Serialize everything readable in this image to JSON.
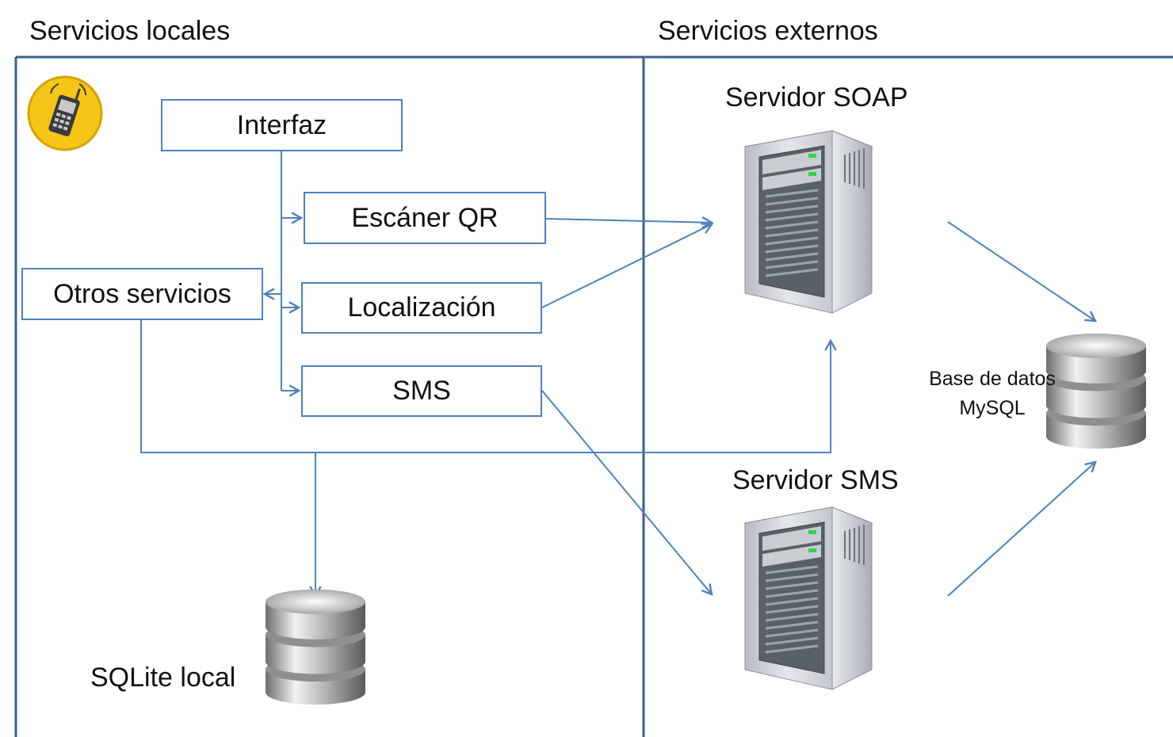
{
  "sections": {
    "local_title": "Servicios locales",
    "external_title": "Servicios externos"
  },
  "nodes": {
    "interfaz": "Interfaz",
    "escaner_qr": "Escáner QR",
    "localizacion": "Localización",
    "sms": "SMS",
    "otros_servicios": "Otros servicios"
  },
  "labels": {
    "sqlite": "SQLite local",
    "servidor_soap": "Servidor SOAP",
    "servidor_sms": "Servidor SMS",
    "base_datos_line1": "Base de datos",
    "base_datos_line2": "MySQL"
  },
  "icons": {
    "app": "mobile-phone-icon",
    "soap_server": "server-icon",
    "sms_server": "server-icon",
    "local_db": "database-icon",
    "mysql_db": "database-icon"
  },
  "colors": {
    "frame": "#3b5e8f",
    "connector": "#4f81bd",
    "box_border": "#4f81bd",
    "app_icon_fill": "#f5c518"
  }
}
